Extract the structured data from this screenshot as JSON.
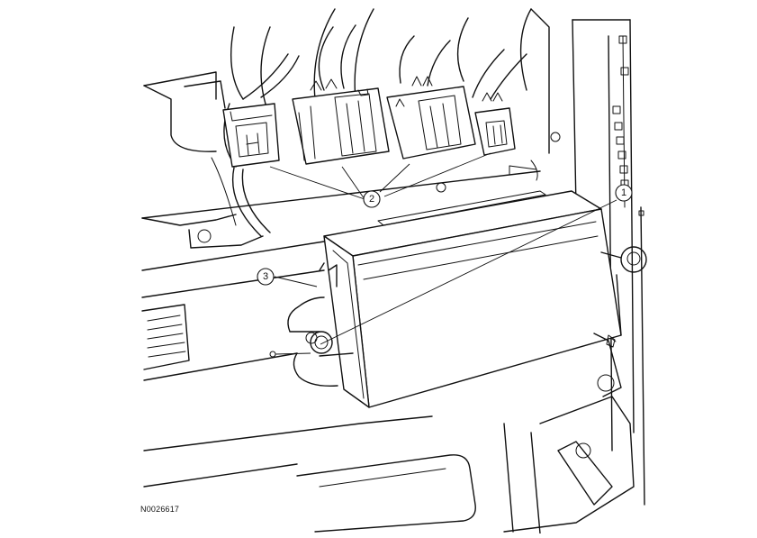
{
  "figure": {
    "id": "N0026617"
  },
  "callouts": [
    {
      "label": "1"
    },
    {
      "label": "2"
    },
    {
      "label": "3"
    }
  ]
}
